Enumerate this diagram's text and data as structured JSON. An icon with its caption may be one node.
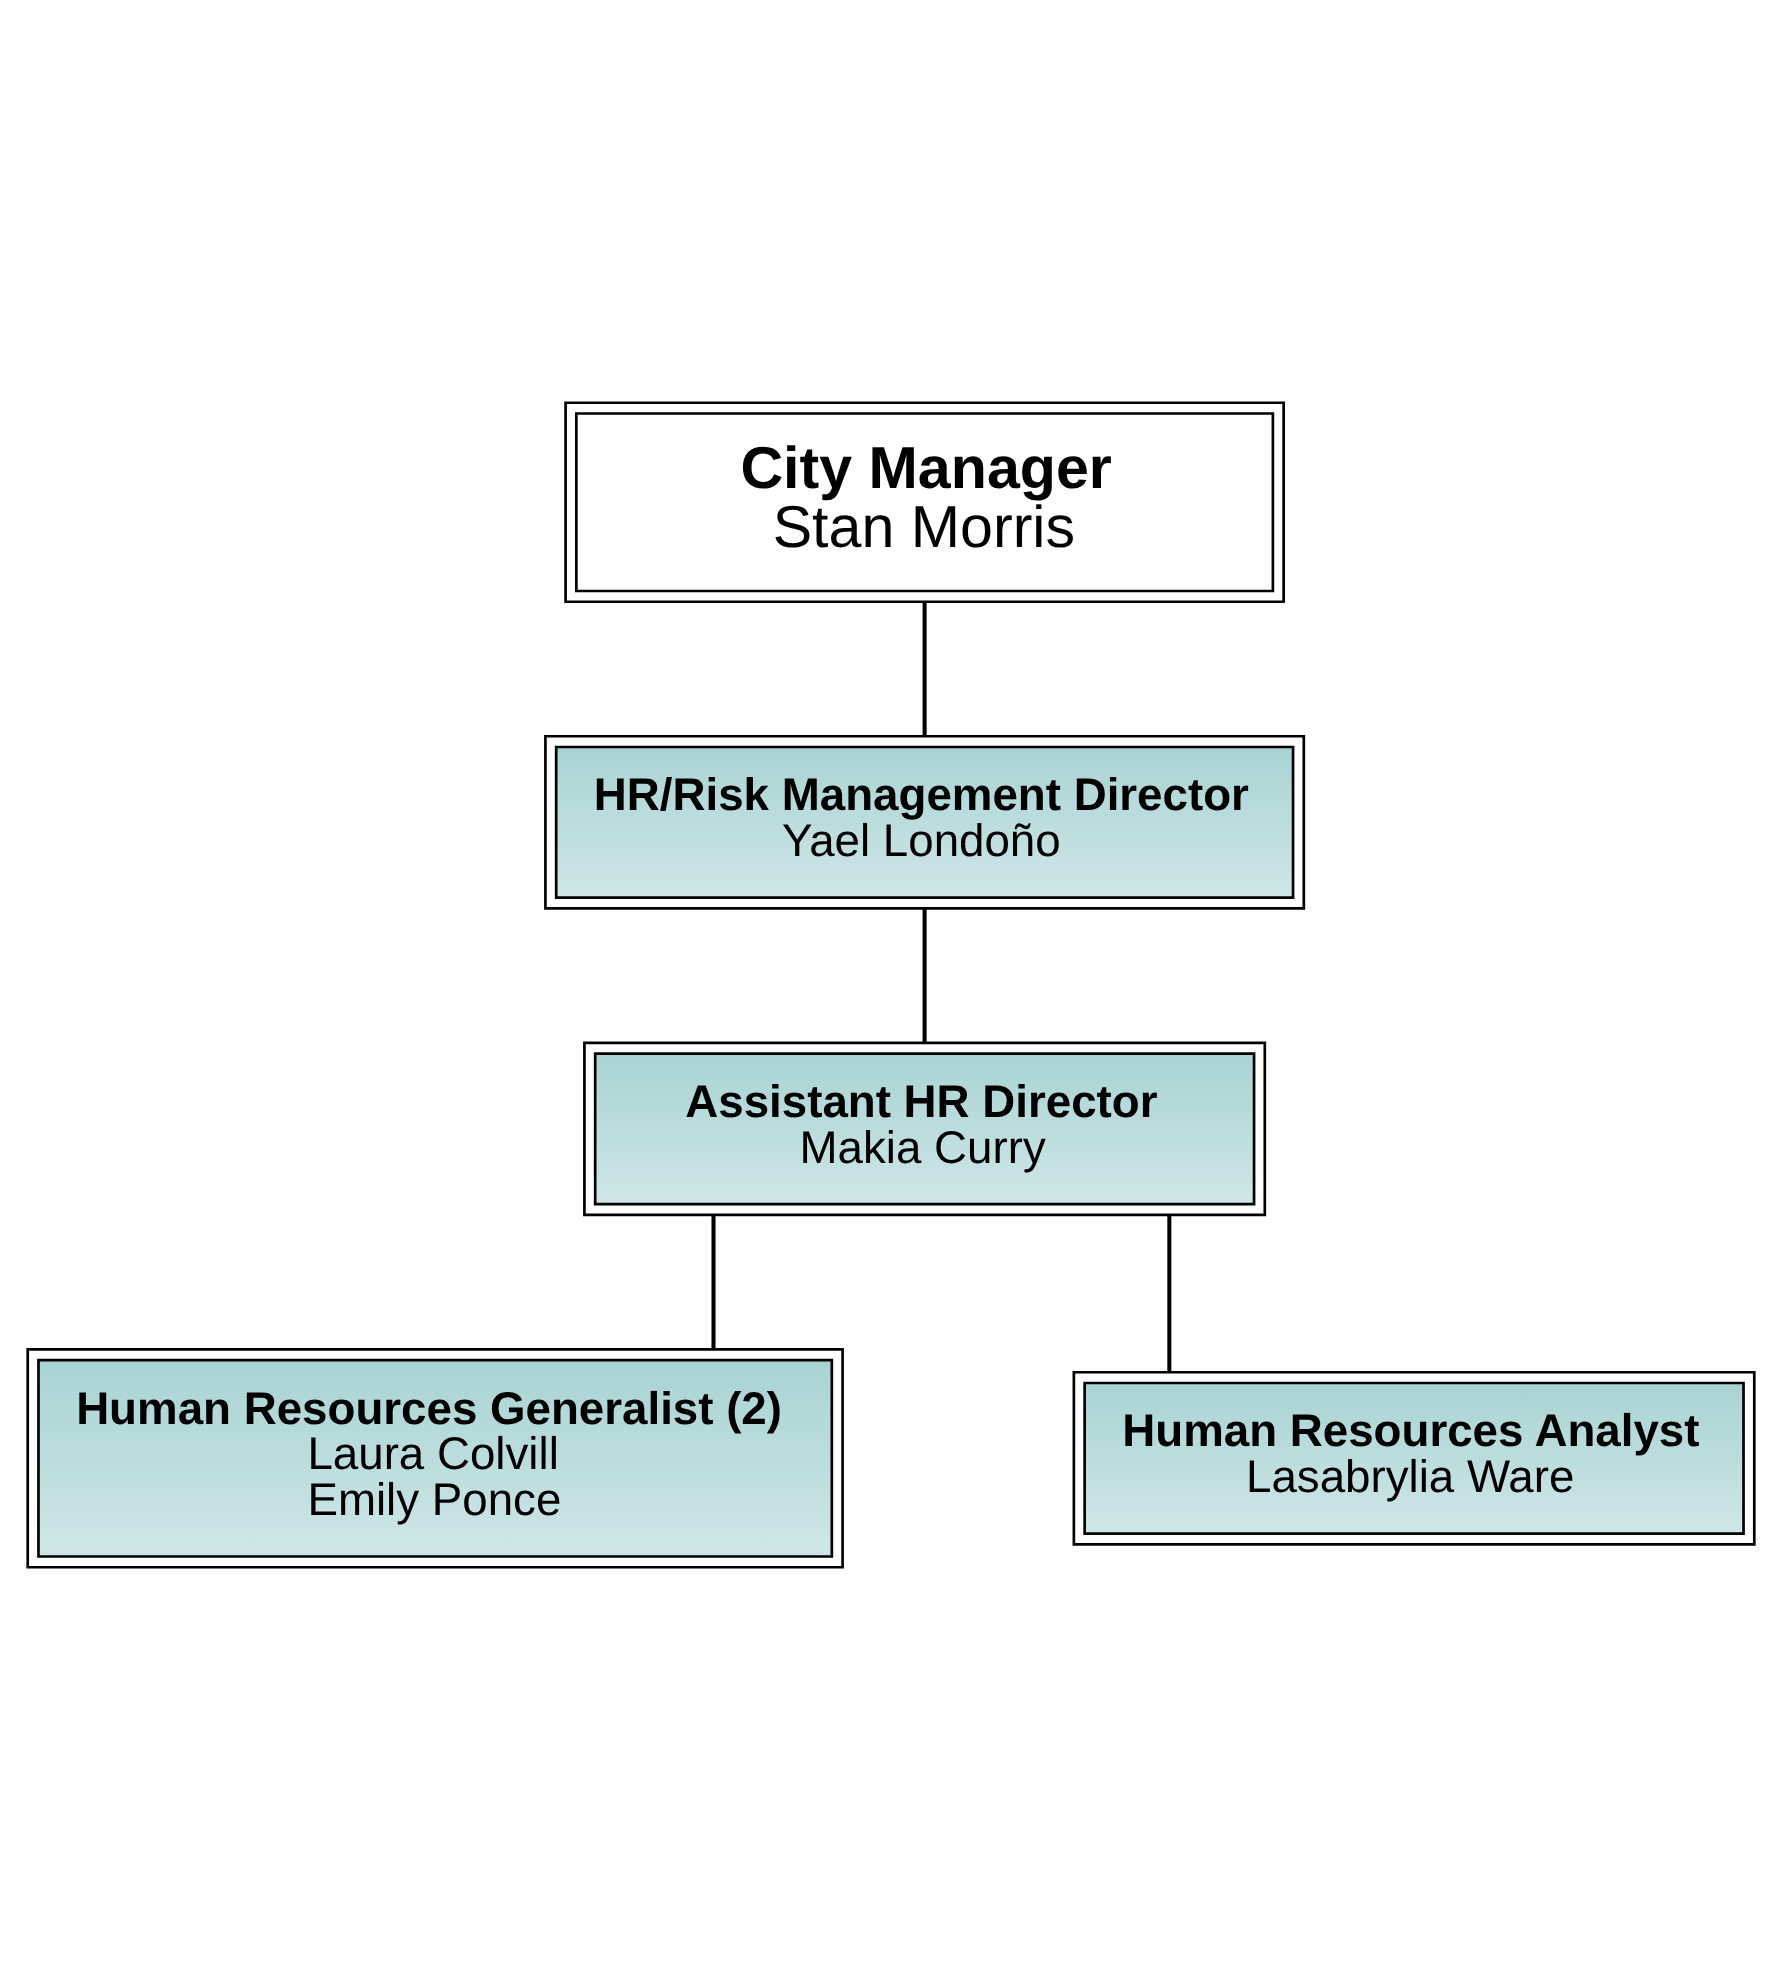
{
  "diagram": {
    "nodes": [
      {
        "text": [
          "City Manager",
          "Stan Morris"
        ]
      },
      {
        "text": [
          "HR/Risk Management Director",
          "Yael Londoño"
        ]
      },
      {
        "text": [
          "Assistant HR Director",
          "Makia Curry"
        ]
      },
      {
        "text": [
          "Human Resources Generalist (2)",
          "Laura Colvill",
          "Emily Ponce"
        ]
      },
      {
        "text": [
          "Human Resources Analyst",
          "Lasabrylia Ware"
        ]
      }
    ],
    "edges": [
      {
        "from": 0,
        "to": 1,
        "arrow": "none"
      },
      {
        "from": 1,
        "to": 2,
        "arrow": "none"
      },
      {
        "from": 2,
        "to": 3,
        "arrow": "none"
      },
      {
        "from": 2,
        "to": 4,
        "arrow": "none"
      }
    ]
  }
}
